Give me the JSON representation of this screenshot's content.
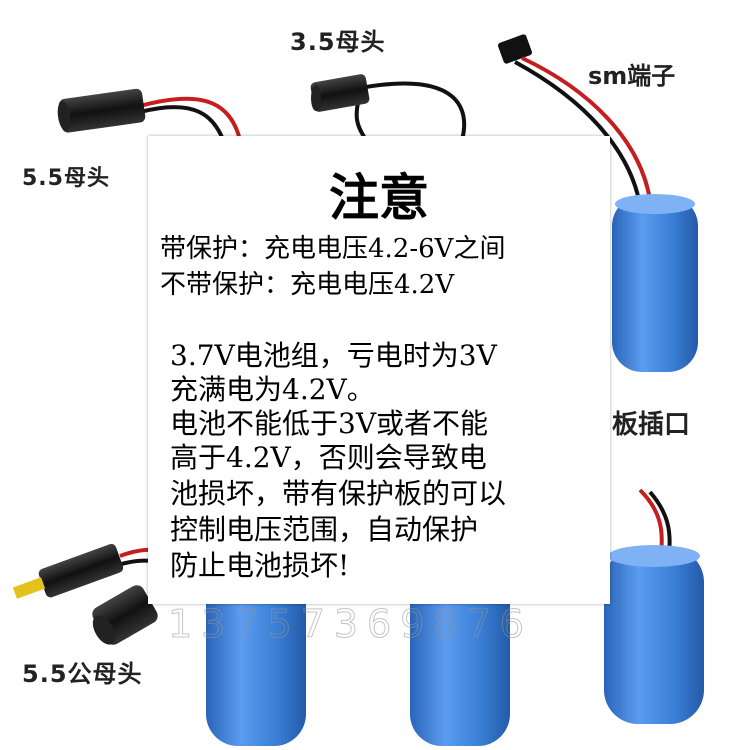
{
  "labels": {
    "female_35": "3.5母头",
    "sm_terminal": "sm端子",
    "female_55": "5.5母头",
    "board_socket": "板插口",
    "male_female_55": "5.5公母头"
  },
  "watermark": "13757369876",
  "notice": {
    "title": "注意",
    "with_protection": "带保护：充电电压4.2-6V之间",
    "without_protection": "不带保护：充电电压4.2V",
    "body_lines": [
      "3.7V电池组，亏电时为3V",
      "充满电为4.2V。",
      "电池不能低于3V或者不能",
      "高于4.2V，否则会导致电",
      "池损坏，带有保护板的可以",
      "控制电压范围，自动保护",
      "防止电池损坏!"
    ]
  },
  "colors": {
    "battery_blue": "#3a7fd6",
    "wire_red": "#c41e1e",
    "plug_black": "#1a1a1a"
  }
}
